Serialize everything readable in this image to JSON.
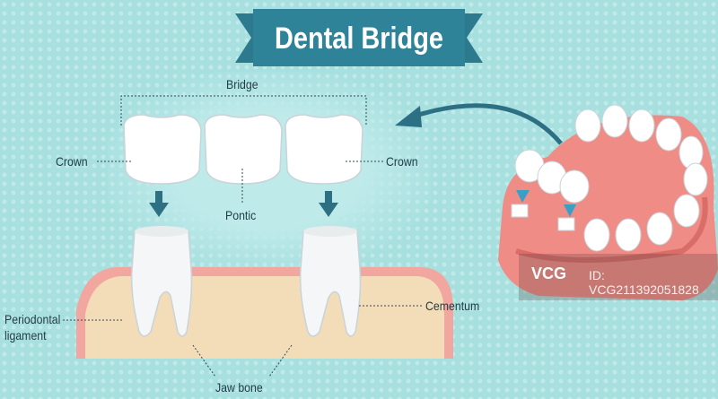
{
  "title": "Dental Bridge",
  "labels": {
    "bridge": "Bridge",
    "crown_left": "Crown",
    "crown_right": "Crown",
    "pontic": "Pontic",
    "periodontal_ligament_1": "Periodontal",
    "periodontal_ligament_2": "ligament",
    "cementum": "Cementum",
    "jaw_bone": "Jaw bone"
  },
  "watermark": {
    "logo": "VCG",
    "id": "ID: VCG211392051828"
  },
  "colors": {
    "background": "#a8e0e0",
    "banner": "#2d7a8e",
    "gum": "#f08a84",
    "bone": "#f3dcb8",
    "tooth": "#ffffff"
  }
}
